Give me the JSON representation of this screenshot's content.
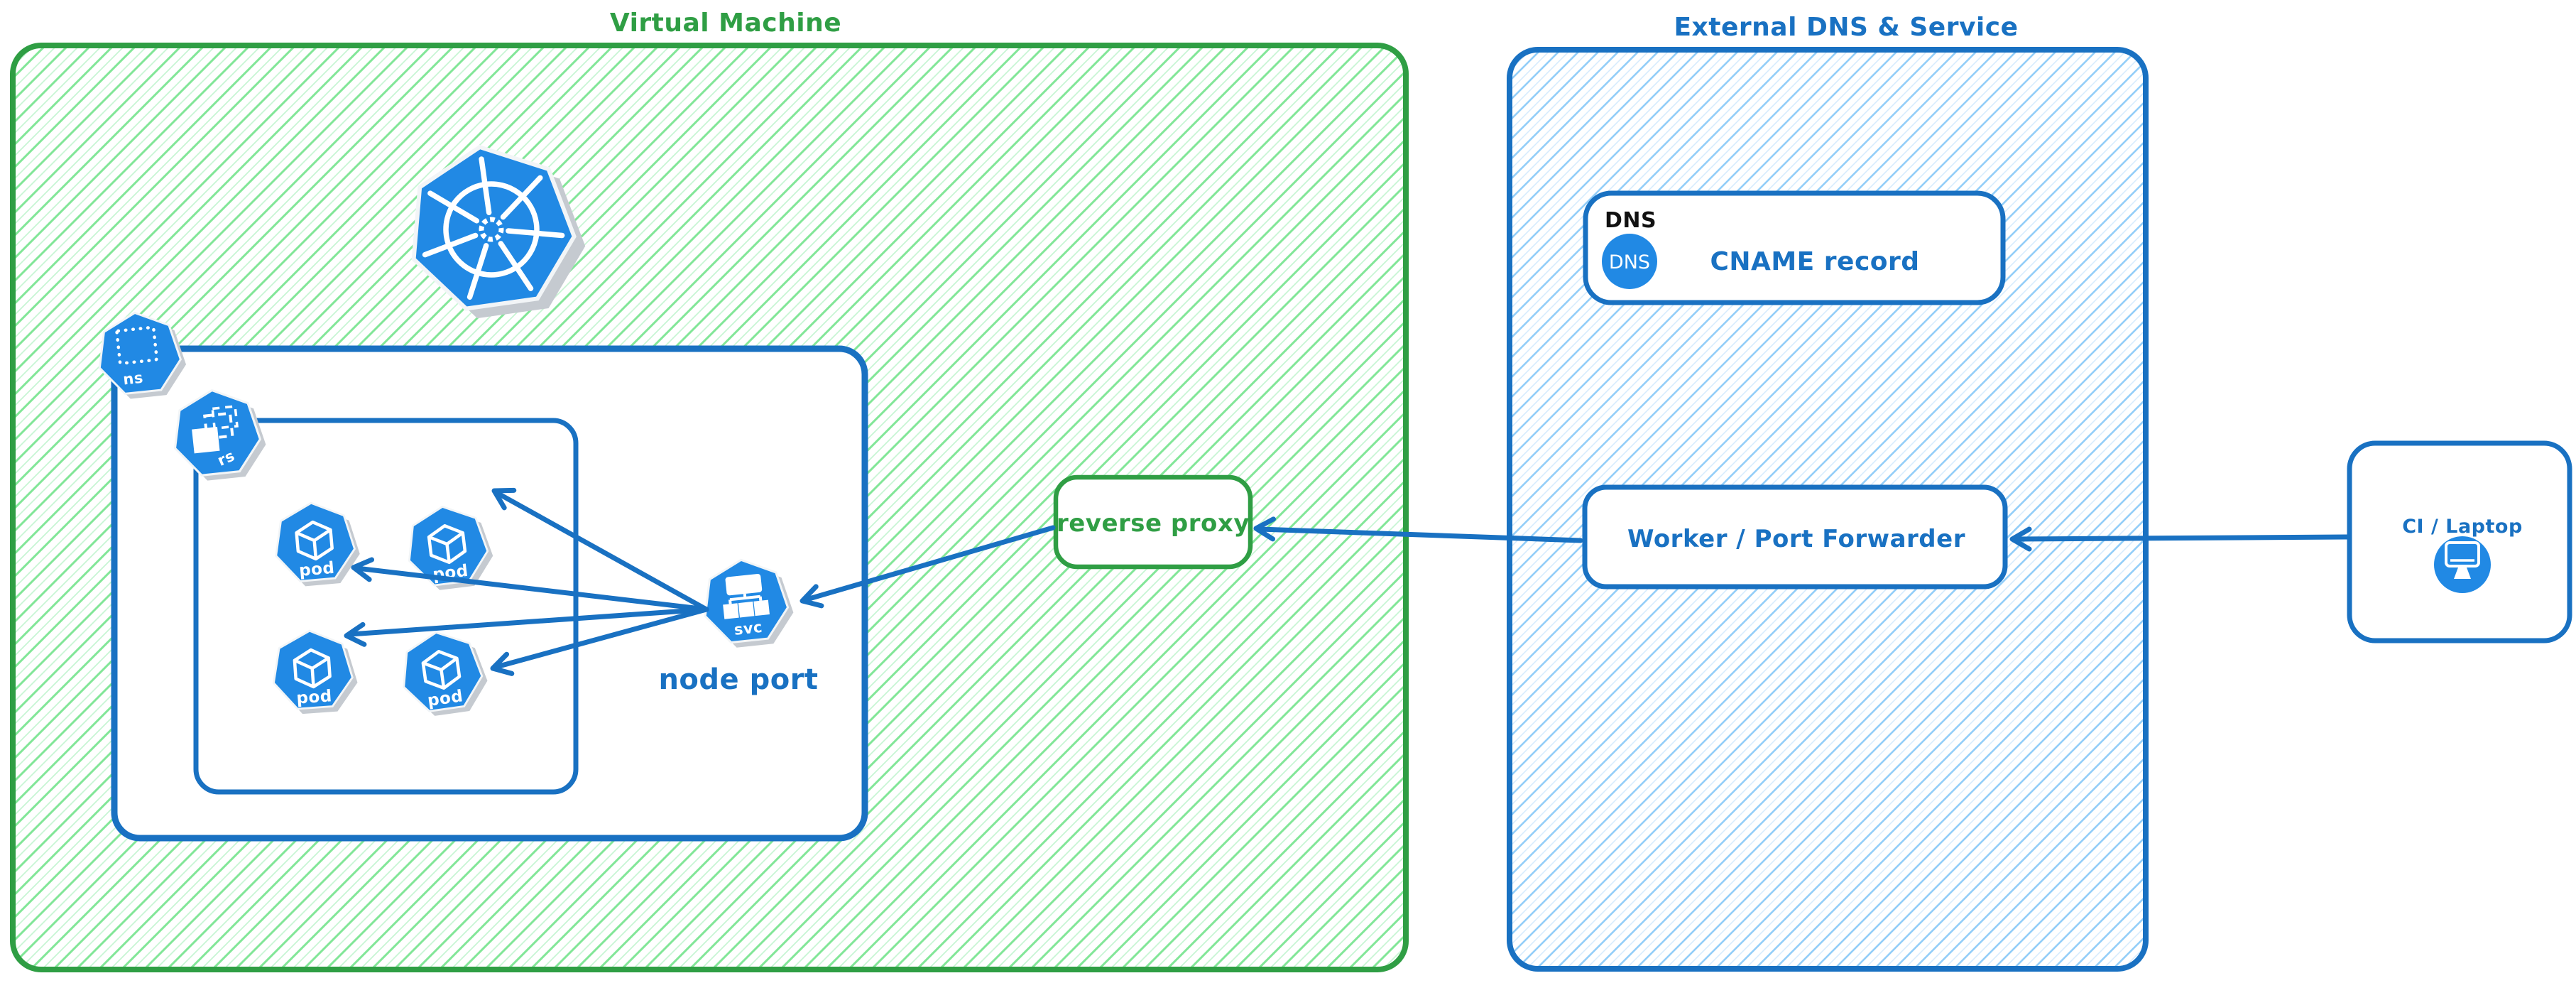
{
  "groups": {
    "vm": {
      "title": "Virtual Machine"
    },
    "external": {
      "title": "External DNS & Service"
    }
  },
  "nodes": {
    "reverse_proxy": {
      "label": "reverse proxy"
    },
    "worker": {
      "label": "Worker / Port Forwarder"
    },
    "ci": {
      "label": "CI / Laptop"
    },
    "dns_record": {
      "tag": "DNS",
      "badge": "DNS",
      "label": "CNAME record"
    },
    "node_port": {
      "label": "node port"
    }
  },
  "icon_labels": {
    "namespace": "ns",
    "replicaset": "rs",
    "pod": "pod",
    "service": "svc"
  },
  "icons": {
    "kubernetes": "kubernetes-logo-icon",
    "namespace": "namespace-heptagon-icon",
    "replicaset": "replicaset-heptagon-icon",
    "pod": "pod-heptagon-icon",
    "service": "service-heptagon-icon",
    "dns": "dns-badge-icon",
    "monitor": "monitor-icon"
  },
  "colors": {
    "green_stroke": "#2f9e44",
    "blue_stroke": "#1971c2",
    "icon_blue": "#2189e4",
    "hatch_green": "#82e698",
    "hatch_green_light": "#c8f5d4",
    "hatch_blue": "#93cef8",
    "hatch_blue_light": "#d7ecfd",
    "shadow_gray": "#c5cad0",
    "background": "#ffffff"
  }
}
